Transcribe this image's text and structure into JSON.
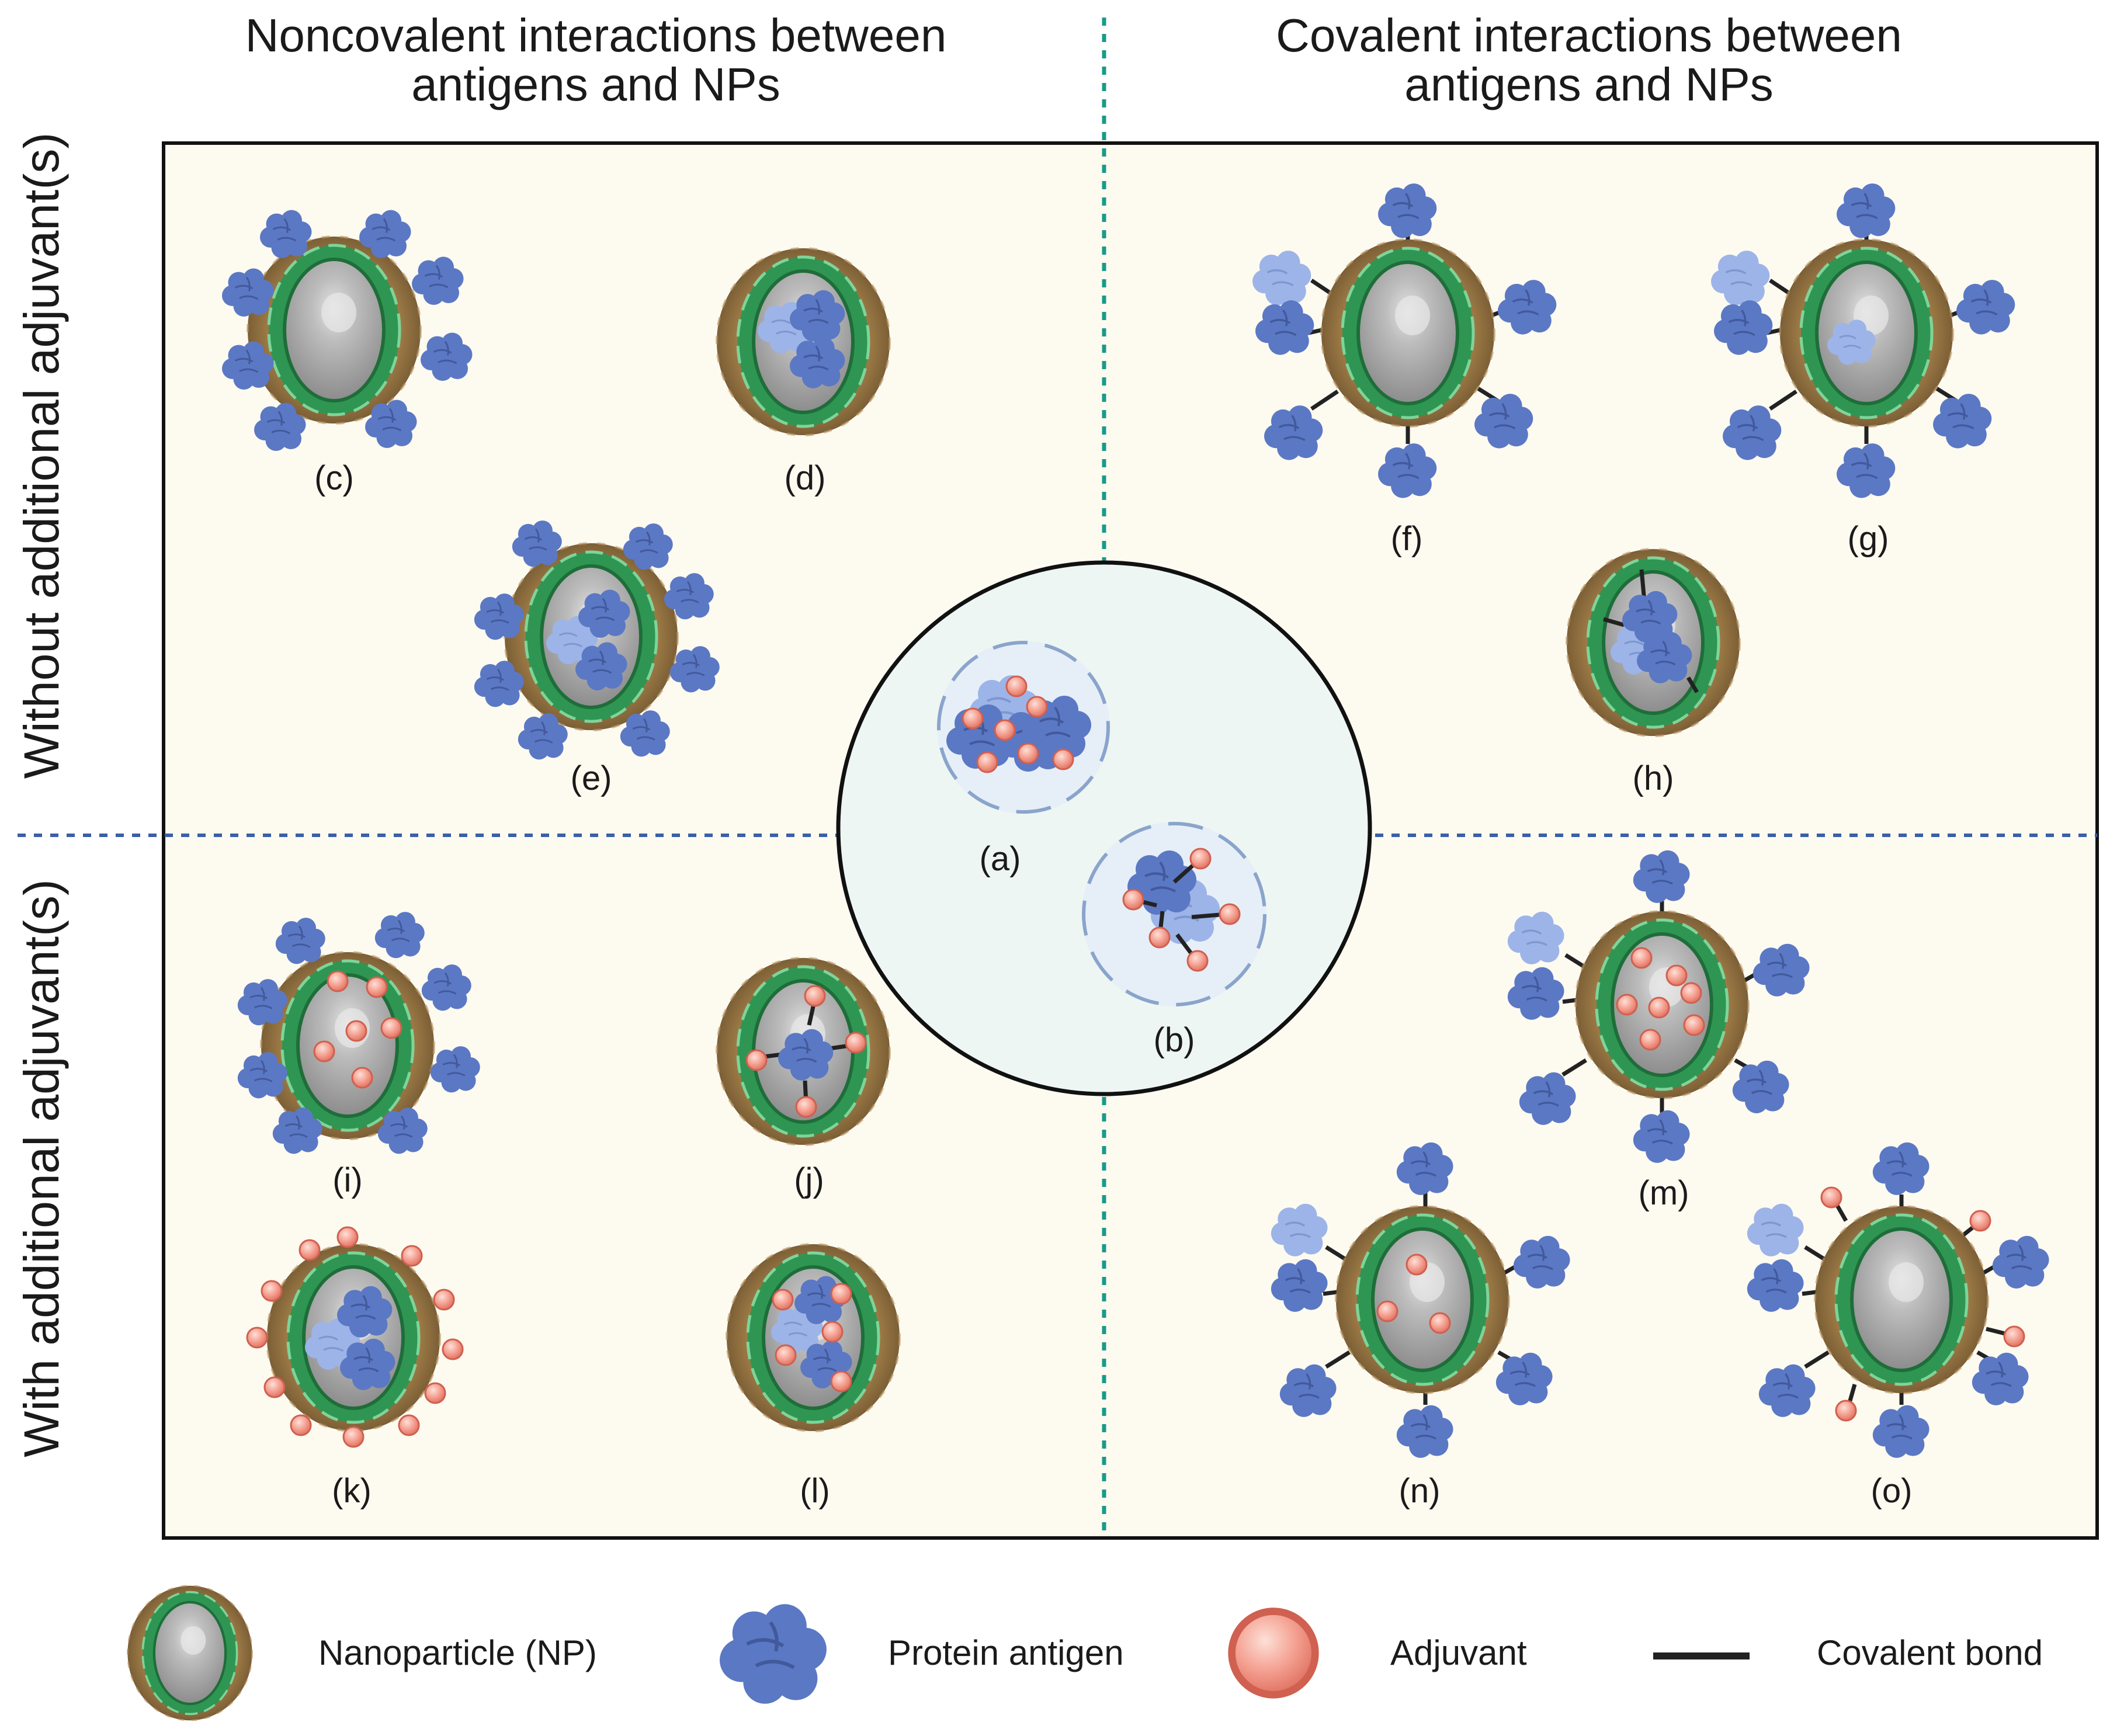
{
  "headers": {
    "noncovalent_line1": "Noncovalent interactions between",
    "noncovalent_line2": "antigens and NPs",
    "covalent_line1": "Covalent interactions between",
    "covalent_line2": "antigens and NPs",
    "without_adjuvant": "Without additional adjuvant(s)",
    "with_adjuvant": "With additional adjuvant(s)"
  },
  "panels": {
    "a": "(a)",
    "b": "(b)",
    "c": "(c)",
    "d": "(d)",
    "e": "(e)",
    "f": "(f)",
    "g": "(g)",
    "h": "(h)",
    "i": "(i)",
    "j": "(j)",
    "k": "(k)",
    "l": "(l)",
    "m": "(m)",
    "n": "(n)",
    "o": "(o)"
  },
  "legend": {
    "nanoparticle": "Nanoparticle (NP)",
    "protein_antigen": "Protein antigen",
    "adjuvant": "Adjuvant",
    "covalent_bond": "Covalent bond"
  },
  "colors": {
    "panel_background": "#fdfaf0",
    "center_circle": "#eef6f3",
    "divider_teal": "#1a9a8a",
    "divider_blue": "#3a5fa8",
    "np_shell": "#8a6a3a",
    "np_ring": "#2f9a56",
    "np_core": "#a8a8a8",
    "antigen": "#5b78c4",
    "antigen_light": "#9db4e8",
    "adjuvant": "#f39a8c",
    "bond": "#222222"
  }
}
